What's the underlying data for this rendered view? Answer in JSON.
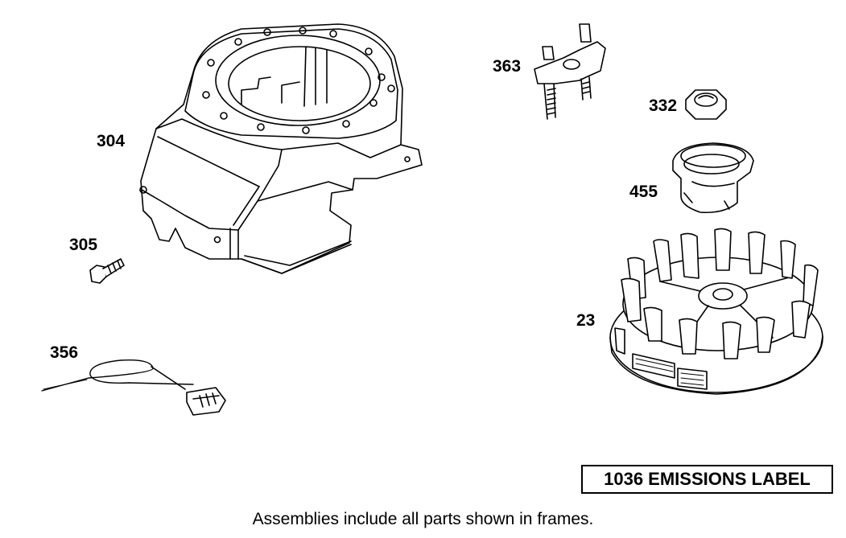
{
  "callouts": {
    "p304": "304",
    "p305": "305",
    "p356": "356",
    "p363": "363",
    "p332": "332",
    "p455": "455",
    "p23": "23"
  },
  "frame_label": "1036 EMISSIONS LABEL",
  "footer_note": "Assemblies include all parts shown in frames."
}
